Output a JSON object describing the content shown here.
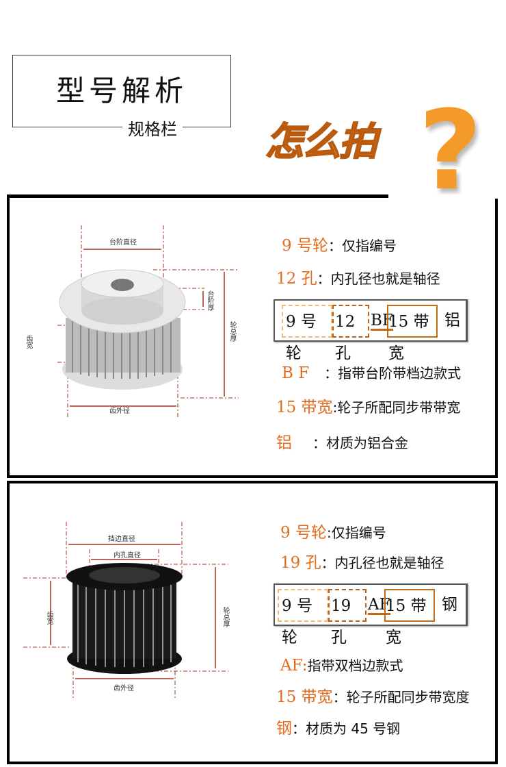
{
  "header": {
    "title": "型号解析",
    "subtitle": "规格栏",
    "banner": "怎么拍",
    "question_mark": "?"
  },
  "panel1": {
    "diagram_labels": {
      "top": "台阶直径",
      "step": "台阶厚",
      "total": "轮总厚",
      "width": "齿宽",
      "bottom": "齿外径"
    },
    "items": [
      {
        "key": "9 号轮",
        "sep": "：",
        "desc": "仅指编号"
      },
      {
        "key": "12 孔",
        "sep": "：",
        "desc": "内孔径也就是轴径"
      },
      {
        "key": "B F",
        "sep": "：",
        "desc": "指带台阶带档边款式"
      },
      {
        "key": "15 带宽",
        "sep": ":",
        "desc": "轮子所配同步带带宽"
      },
      {
        "key": "铝",
        "sep": "：",
        "desc": "材质为铝合金"
      }
    ],
    "code": {
      "wheel": "9 号轮",
      "hole": "12 孔",
      "style": "BF",
      "width": "15 带宽",
      "material": "铝"
    }
  },
  "panel2": {
    "diagram_labels": {
      "top": "挡边直径",
      "bore": "内孔直径",
      "total": "轮总厚",
      "width": "齿宽",
      "bottom": "齿外径"
    },
    "items": [
      {
        "key": "9 号轮",
        "sep": ":",
        "desc": "仅指编号"
      },
      {
        "key": "19 孔",
        "sep": "：",
        "desc": "内孔径也就是轴径"
      },
      {
        "key": "AF:",
        "sep": "",
        "desc": "指带双档边款式"
      },
      {
        "key": "15 带宽",
        "sep": "：",
        "desc": "轮子所配同步带宽度"
      },
      {
        "key": "钢",
        "sep": "：",
        "desc": "材质为 45 号钢"
      }
    ],
    "code": {
      "wheel": "9 号轮",
      "hole": "19 孔",
      "style": "AF",
      "width": "15 带宽",
      "material": "钢"
    }
  },
  "colors": {
    "accent": "#e36c1d",
    "dim": "#a33020"
  }
}
